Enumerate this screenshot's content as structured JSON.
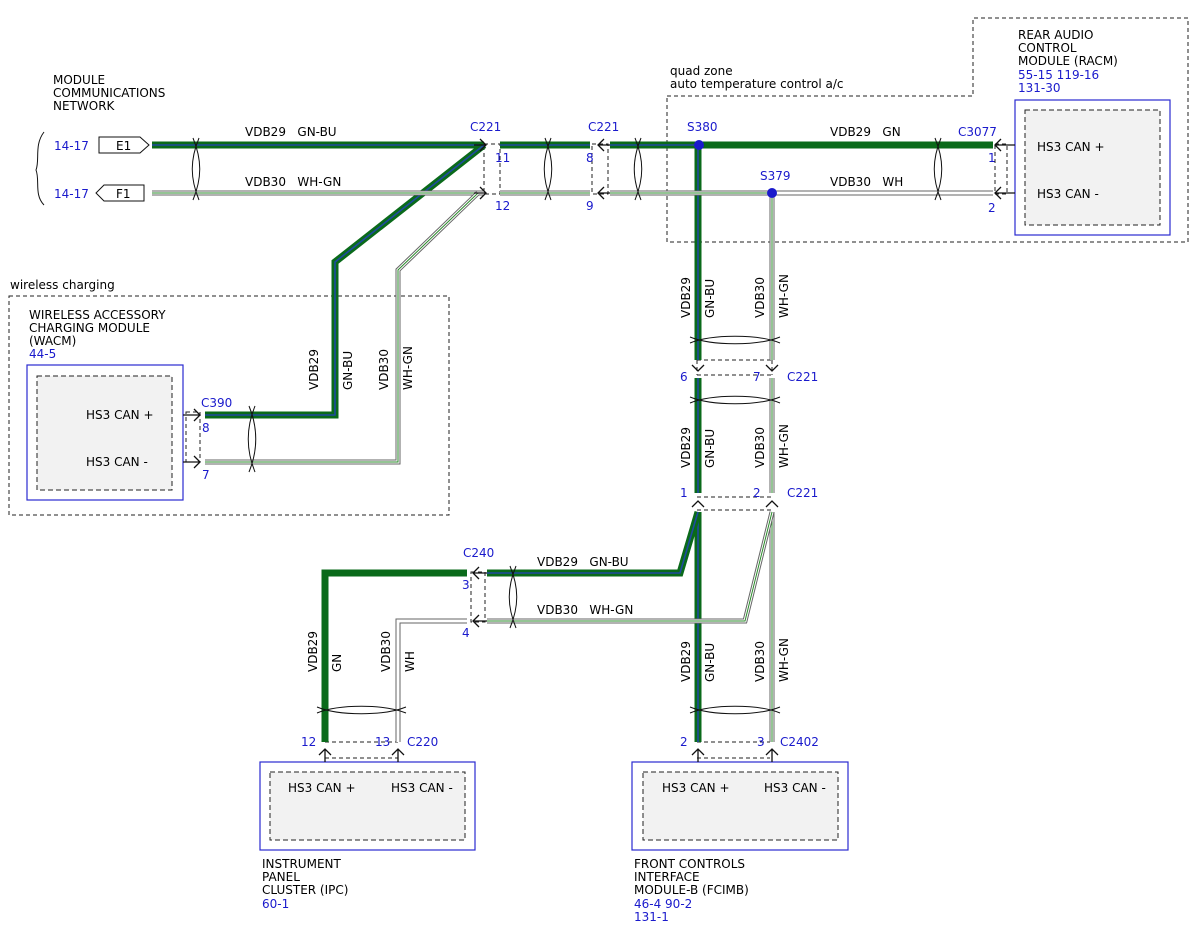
{
  "network": {
    "title_lines": [
      "MODULE",
      "COMMUNICATIONS",
      "NETWORK"
    ],
    "refs": [
      "14-17",
      "14-17"
    ],
    "connectors": [
      "E1",
      "F1"
    ]
  },
  "areas": {
    "quad_zone_lines": [
      "quad zone",
      "auto temperature control a/c"
    ],
    "wireless_charging": "wireless charging"
  },
  "modules": {
    "racm": {
      "name_lines": [
        "REAR AUDIO",
        "CONTROL",
        "MODULE (RACM)"
      ],
      "ref_lines": [
        "55-15  119-16",
        "131-30"
      ],
      "pins": [
        "HS3 CAN +",
        "HS3 CAN -"
      ]
    },
    "wacm": {
      "name_lines": [
        "WIRELESS ACCESSORY",
        "CHARGING MODULE",
        "(WACM)"
      ],
      "ref_lines": [
        "44-5"
      ],
      "pins": [
        "HS3 CAN +",
        "HS3 CAN -"
      ]
    },
    "ipc": {
      "name_lines": [
        "INSTRUMENT",
        "PANEL",
        "CLUSTER (IPC)"
      ],
      "ref_lines": [
        "60-1"
      ],
      "pins": [
        "HS3 CAN +",
        "HS3 CAN -"
      ]
    },
    "fcimb": {
      "name_lines": [
        "FRONT CONTROLS",
        "INTERFACE",
        "MODULE-B (FCIMB)"
      ],
      "ref_lines": [
        "46-4  90-2",
        "131-1"
      ],
      "pins": [
        "HS3 CAN +",
        "HS3 CAN -"
      ]
    }
  },
  "connectors": {
    "c221_a": "C221",
    "c221_b": "C221",
    "c221_c": "C221",
    "c221_d": "C221",
    "c3077": "C3077",
    "c390": "C390",
    "c240": "C240",
    "c220": "C220",
    "c2402": "C2402",
    "splice_s380": "S380",
    "splice_s379": "S379"
  },
  "pins": {
    "p11": "11",
    "p12": "12",
    "p8": "8",
    "p9": "9",
    "racm_1": "1",
    "racm_2": "2",
    "wacm_8": "8",
    "wacm_7": "7",
    "c221v_6": "6",
    "c221v_7": "7",
    "c221v_1": "1",
    "c221v_2": "2",
    "c240_3": "3",
    "c240_4": "4",
    "ipc_12": "12",
    "ipc_13": "13",
    "fcimb_2": "2",
    "fcimb_3": "3"
  },
  "wires": {
    "vdb29_gnbu": "VDB29   GN-BU",
    "vdb30_whgn": "VDB30   WH-GN",
    "vdb29_gn": "VDB29   GN",
    "vdb30_wh": "VDB30   WH",
    "vdb29": "VDB29",
    "vdb30": "VDB30",
    "gnbu": "GN-BU",
    "whgn": "WH-GN",
    "gn": "GN",
    "wh": "WH"
  },
  "colors": {
    "green": "#0a6a1a",
    "blue": "#1f4aa0",
    "ref_text": "#1a1acc",
    "module_border": "#2a2ad0"
  }
}
